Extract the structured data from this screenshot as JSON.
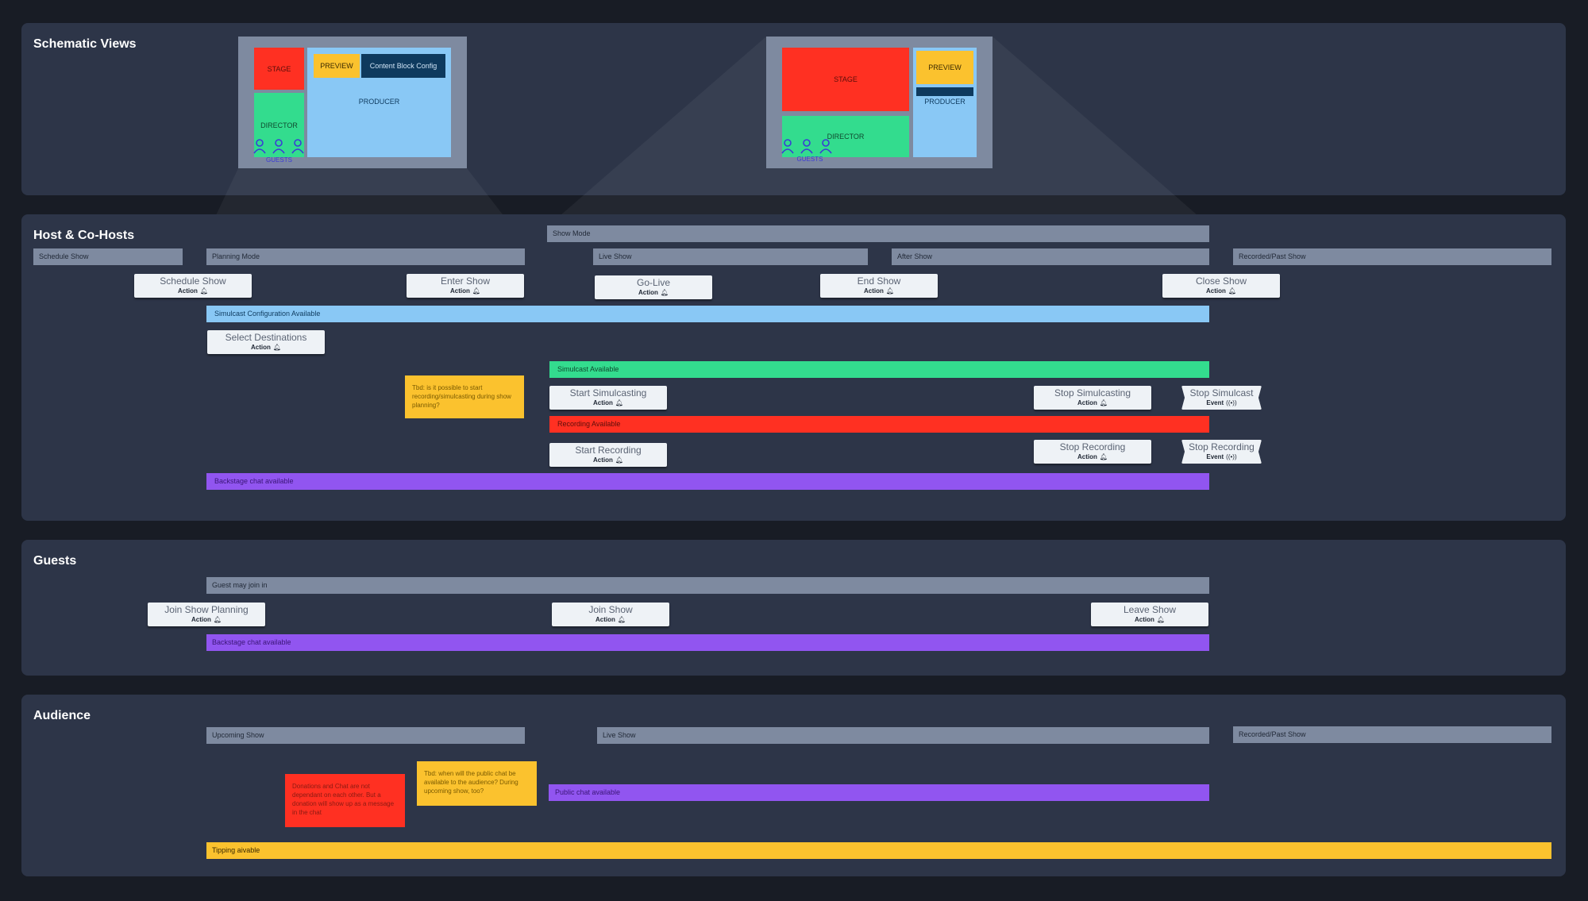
{
  "colors": {
    "background": "#181c25",
    "panel": "#2d3548",
    "phase": "#7e8aa0",
    "blue": "#89c8f5",
    "green": "#33dc8e",
    "red": "#ff3022",
    "purple": "#9155f0",
    "yellow": "#fbc22e",
    "dark_blue": "#0e3a5e",
    "card": "#eef2f6"
  },
  "schematic": {
    "title": "Schematic Views",
    "view1": {
      "stage": "STAGE",
      "preview": "PREVIEW",
      "content_block": "Content Block Config",
      "producer": "PRODUCER",
      "director": "DIRECTOR",
      "guests": "GUESTS"
    },
    "view2": {
      "stage": "STAGE",
      "preview": "PREVIEW",
      "producer": "PRODUCER",
      "director": "DIRECTOR",
      "guests": "GUESTS"
    }
  },
  "host": {
    "title": "Host & Co-Hosts",
    "show_mode": "Show Mode",
    "phases": [
      "Schedule Show",
      "Planning Mode",
      "Live Show",
      "After Show",
      "Recorded/Past Show"
    ],
    "cards": {
      "schedule_show": {
        "title": "Schedule Show",
        "sub": "Action",
        "icon": "bell-icon"
      },
      "enter_show": {
        "title": "Enter Show",
        "sub": "Action",
        "icon": "bell-icon"
      },
      "go_live": {
        "title": "Go-Live",
        "sub": "Action",
        "icon": "bell-icon"
      },
      "end_show": {
        "title": "End Show",
        "sub": "Action",
        "icon": "bell-icon"
      },
      "close_show": {
        "title": "Close Show",
        "sub": "Action",
        "icon": "bell-icon"
      },
      "select_destinations": {
        "title": "Select Destinations",
        "sub": "Action",
        "icon": "bell-icon"
      },
      "start_simulcasting": {
        "title": "Start Simulcasting",
        "sub": "Action",
        "icon": "bell-icon"
      },
      "stop_simulcasting": {
        "title": "Stop Simulcasting",
        "sub": "Action",
        "icon": "bell-icon"
      },
      "stop_simulcast_event": {
        "title": "Stop Simulcast",
        "sub": "Event",
        "icon": "broadcast-icon"
      },
      "start_recording": {
        "title": "Start Recording",
        "sub": "Action",
        "icon": "bell-icon"
      },
      "stop_recording": {
        "title": "Stop Recording",
        "sub": "Action",
        "icon": "bell-icon"
      },
      "stop_recording_event": {
        "title": "Stop Recording",
        "sub": "Event",
        "icon": "broadcast-icon"
      }
    },
    "bars": {
      "simulcast_config": "Simulcast Configuration Available",
      "simulcast_available": "Simulcast Available",
      "recording_available": "Recording Available",
      "backstage_chat": "Backstage chat available"
    },
    "note": "Tbd: is it possible to start recording/simulcasting during show planning?"
  },
  "guests": {
    "title": "Guests",
    "phase": "Guest may join in",
    "cards": {
      "join_planning": {
        "title": "Join Show Planning",
        "sub": "Action",
        "icon": "bell-icon"
      },
      "join_show": {
        "title": "Join Show",
        "sub": "Action",
        "icon": "bell-icon"
      },
      "leave_show": {
        "title": "Leave Show",
        "sub": "Action",
        "icon": "bell-icon"
      }
    },
    "backstage_chat": "Backstage chat available"
  },
  "audience": {
    "title": "Audience",
    "phases": [
      "Upcoming Show",
      "Live Show",
      "Recorded/Past Show"
    ],
    "note_red": "Donations and Chat are not dependant on each other. But a donation will show up as a message in the chat",
    "note_yellow": "Tbd: when will the public chat be available to the audience? During upcoming show, too?",
    "public_chat": "Public chat available",
    "tipping": "Tipping aivable"
  }
}
